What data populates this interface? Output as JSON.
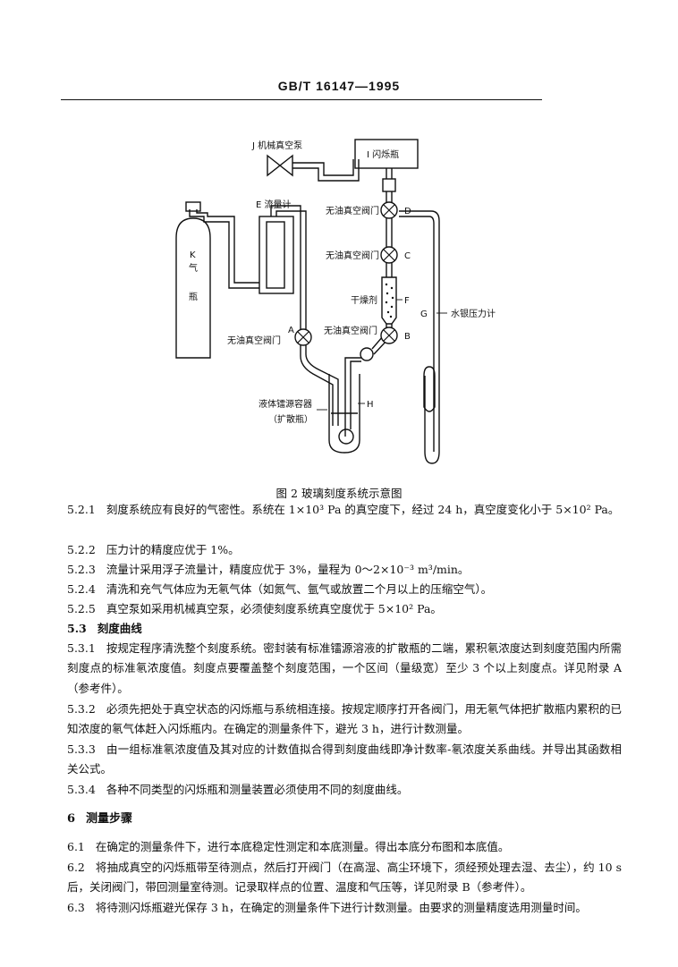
{
  "header": {
    "standard": "GB/T  16147—1995"
  },
  "figure": {
    "caption": "图 2   玻璃刻度系统示意图",
    "labels": {
      "pump": "J 机械真空泵",
      "flask": "I 闪烁瓶",
      "flowmeter": "E 流量计",
      "cylinder_k": "K",
      "cylinder_qi": "气",
      "cylinder_ping": "瓶",
      "valve_name": "无油真空阀门",
      "valve_a": "A",
      "valve_b": "B",
      "valve_c": "C",
      "valve_d": "D",
      "dryer": "干燥剂",
      "dryer_letter": "F",
      "gauge_letter": "G",
      "gauge": "水银压力计",
      "source_container": "液体镭源容器",
      "source_letter": "H",
      "diffusion_bottle": "（扩散瓶）"
    }
  },
  "paragraphs": [
    {
      "num": "5.2.1",
      "text": "刻度系统应有良好的气密性。系统在 1×10³ Pa 的真空度下，经过 24 h，真空度变化小于 5×10² Pa。"
    },
    {
      "num": "5.2.2",
      "text": "压力计的精度应优于 1%。"
    },
    {
      "num": "5.2.3",
      "text": "流量计采用浮子流量计，精度应优于 3%，量程为 0～2×10⁻³ m³/min。"
    },
    {
      "num": "5.2.4",
      "text": "清洗和充气气体应为无氡气体（如氮气、氩气或放置二个月以上的压缩空气）。"
    },
    {
      "num": "5.2.5",
      "text": "真空泵如采用机械真空泵，必须使刻度系统真空度优于 5×10² Pa。"
    },
    {
      "num": "5.3",
      "text": "刻度曲线"
    },
    {
      "num": "5.3.1",
      "text": "按规定程序清洗整个刻度系统。密封装有标准镭源溶液的扩散瓶的二端，累积氡浓度达到刻度范围内所需刻度点的标准氡浓度值。刻度点要覆盖整个刻度范围，一个区间（量级宽）至少 3 个以上刻度点。详见附录 A（参考件）。"
    },
    {
      "num": "5.3.2",
      "text": "必须先把处于真空状态的闪烁瓶与系统相连接。按规定顺序打开各阀门，用无氡气体把扩散瓶内累积的已知浓度的氡气体赶入闪烁瓶内。在确定的测量条件下，避光 3 h，进行计数测量。"
    },
    {
      "num": "5.3.3",
      "text": "由一组标准氡浓度值及其对应的计数值拟合得到刻度曲线即净计数率-氡浓度关系曲线。并导出其函数相关公式。"
    },
    {
      "num": "5.3.4",
      "text": "各种不同类型的闪烁瓶和测量装置必须使用不同的刻度曲线。"
    },
    {
      "num": "6",
      "text": "测量步骤"
    },
    {
      "num": "6.1",
      "text": "在确定的测量条件下，进行本底稳定性测定和本底测量。得出本底分布图和本底值。"
    },
    {
      "num": "6.2",
      "text": "将抽成真空的闪烁瓶带至待测点，然后打开阀门（在高湿、高尘环境下，须经预处理去湿、去尘），约 10 s 后，关闭阀门，带回测量室待测。记录取样点的位置、温度和气压等，详见附录 B（参考件）。"
    },
    {
      "num": "6.3",
      "text": "将待测闪烁瓶避光保存 3 h，在确定的测量条件下进行计数测量。由要求的测量精度选用测量时间。"
    }
  ]
}
